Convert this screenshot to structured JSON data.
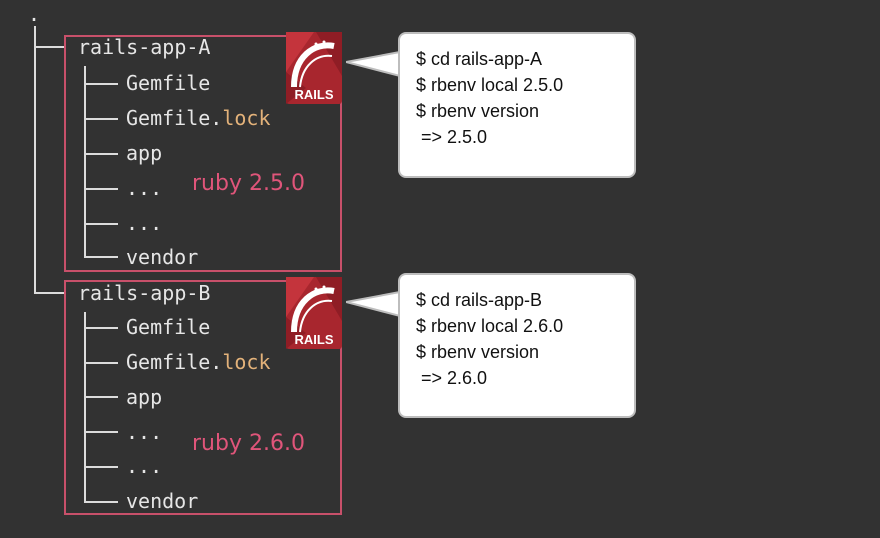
{
  "root": ".",
  "apps": [
    {
      "name": "rails-app-A",
      "files": [
        "Gemfile",
        "Gemfile.",
        "app",
        "...",
        "...",
        "vendor"
      ],
      "lock_suffix": "lock",
      "ruby_label": "ruby 2.5.0",
      "logo_text": "RAILS",
      "commands": [
        "$ cd rails-app-A",
        "$ rbenv local 2.5.0",
        "$ rbenv version",
        " => 2.5.0"
      ]
    },
    {
      "name": "rails-app-B",
      "files": [
        "Gemfile",
        "Gemfile.",
        "app",
        "...",
        "...",
        "vendor"
      ],
      "lock_suffix": "lock",
      "ruby_label": "ruby 2.6.0",
      "logo_text": "RAILS",
      "commands": [
        "$ cd rails-app-B",
        "$ rbenv local 2.6.0",
        "$ rbenv version",
        " => 2.6.0"
      ]
    }
  ],
  "tree_glyphs": {
    "branch": "├──",
    "last": "└──",
    "pipe": "│"
  },
  "colors": {
    "background": "#323232",
    "box": "#c8506a",
    "ruby_label": "#e0557a",
    "lock": "#e3b27a",
    "logo": "#a8262e"
  }
}
